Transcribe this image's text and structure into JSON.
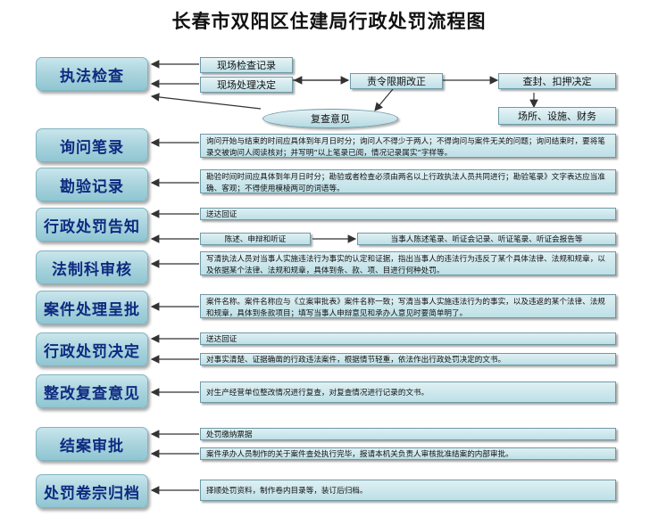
{
  "title": "长春市双阳区住建局行政处罚流程图",
  "steps": [
    "执法检查",
    "询问笔录",
    "勘验记录",
    "行政处罚告知",
    "法制科审核",
    "案件处理呈批",
    "行政处罚决定",
    "整改复查意见",
    "结案审批",
    "处罚卷宗归档"
  ],
  "inspection": {
    "record": "现场检查记录",
    "decision": "现场处理决定",
    "rectify": "责令限期改正",
    "seal": "查封、扣押决定",
    "review": "复查意见",
    "places": "场所、设施、财务"
  },
  "notes": {
    "inquiry": "询问开始与结束的时间应具体到年月日时分；询问人不得少于两人；不得询问与案件无关的问题；询问结束时，要将笔录交被询问人阅读核对；并写明“以上笔录已阅，情况记录属实”字样等。",
    "survey": "勘验时间时间应具体到年月日时分；勘验或者检查必须由两名以上行政执法人员共同进行；勘验笔录》文字表达应当准确、客观；不得使用模棱两可的词语等。",
    "notice_receipt": "送达回证",
    "notice_statement": "陈述、申辩和听证",
    "notice_records": "当事人陈述笔录、听证会记录、听证笔录、听证会报告等",
    "legal": "写清执法人员对当事人实施违法行为事实的认定和证据，指出当事人的违法行为违反了某个具体法律、法规和规章，以及依据某个法律、法规和规章，具体到条、款、项、目进行何种处罚。",
    "approval": "案件名称。案件名称应与《立案审批表》案件名称一致；写清当事人实施违法行为的事实，以及违返的某个法律、法规和规章，具体到条款项目；填写当事人申辩意见和承办人意见时要简单明了。",
    "decision_receipt": "送达回证",
    "decision_text": "对事实清楚、证据确凿的行政违法案件，根据情节轻重，依法作出行政处罚决定的文书。",
    "rectify_review": "对生产经营单位整改情况进行复查，对复查情况进行记录的文书。",
    "closing_receipt": "处罚缴纳票据",
    "closing_text": "案件承办人员制作的关于案件查处执行完毕，报请本机关负责人审核批准结案的内部审批。",
    "archive": "择顺处罚资料，制作卷内目录等，装订后归档。"
  }
}
